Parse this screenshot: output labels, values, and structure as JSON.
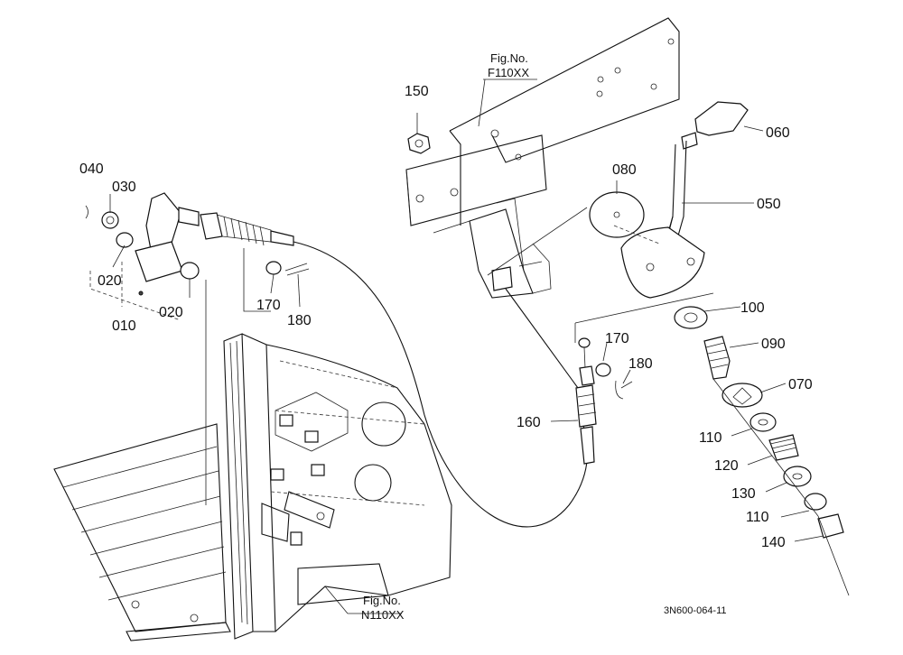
{
  "fig_refs": {
    "top_line1": "Fig.No.",
    "top_line2": "F110XX",
    "bottom_line1": "Fig.No.",
    "bottom_line2": "N110XX"
  },
  "drawing_code": "3N600-064-11",
  "callouts": {
    "p040": "040",
    "p030": "030",
    "p020a": "020",
    "p020b": "020",
    "p010": "010",
    "p170a": "170",
    "p180a": "180",
    "p150": "150",
    "p060": "060",
    "p080": "080",
    "p050": "050",
    "p100": "100",
    "p170b": "170",
    "p180b": "180",
    "p090": "090",
    "p160": "160",
    "p070": "070",
    "p110a": "110",
    "p120": "120",
    "p130": "130",
    "p110b": "110",
    "p140": "140"
  }
}
